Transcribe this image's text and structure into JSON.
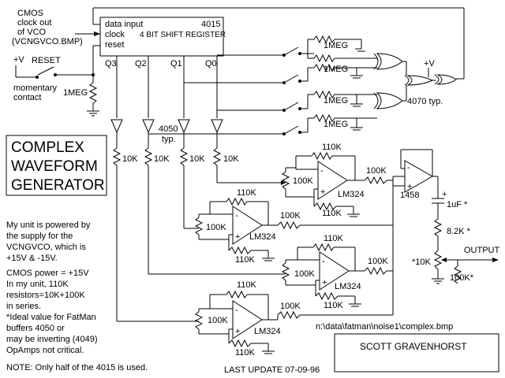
{
  "labels": {
    "cmos_clock": [
      "CMOS",
      "clock out",
      "of VCO",
      "(VCNGVCO.BMP)"
    ],
    "plus_v": "+V",
    "reset": "RESET",
    "momentary": [
      "momentary",
      "contact"
    ],
    "r_1meg_reset": "1MEG",
    "chip_data_input": "data input",
    "chip_4015": "4015",
    "chip_clock": "clock",
    "chip_shift": "4 BIT SHIFT REGISTER",
    "chip_reset": "reset",
    "q3": "Q3",
    "q2": "Q2",
    "q1": "Q1",
    "q0": "Q0",
    "sw_r": [
      "1MEG",
      "1MEG",
      "1MEG",
      "1MEG"
    ],
    "plus_v2": "+V",
    "xor_type": "4070 typ.",
    "buf_type": [
      "4050",
      "typ."
    ],
    "r10k": [
      "10K",
      "10K",
      "10K",
      "10K"
    ],
    "title": [
      "COMPLEX",
      "WAVEFORM",
      "GENERATOR"
    ],
    "notes": [
      "My unit is powered by",
      "the supply for the",
      "VCNGVCO, which is",
      "+15V & -15V.",
      "CMOS power = +15V",
      "In my unit, 110K",
      "resistors=10K+100K",
      "in series.",
      "*Ideal value for FatMan",
      "buffers 4050 or",
      "may be inverting (4049)",
      "OpAmps not critical."
    ],
    "note_half": "NOTE: Only half of the 4015 is used.",
    "last_update": "LAST UPDATE 07-09-96",
    "path": "n:\\data\\fatman\\noise1\\complex.bmp",
    "author": "SCOTT GRAVENHORST",
    "r110k": "110K",
    "r100k": "100K",
    "lm324": "LM324",
    "ic1458": "1458",
    "cap": "1uF *",
    "cap_plus": "+",
    "r82k": "8.2K *",
    "pot10k": "*10K",
    "output": "OUTPUT",
    "r100k_star": "100K*"
  }
}
